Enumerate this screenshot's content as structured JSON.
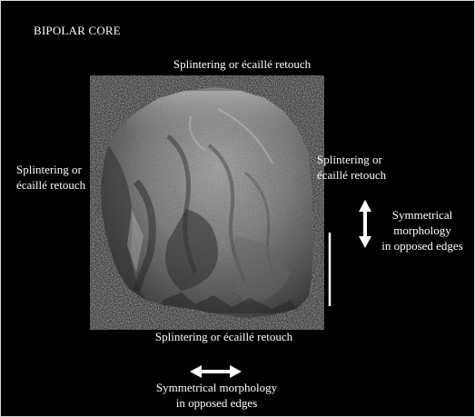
{
  "title": "BIPOLAR CORE",
  "labels": {
    "top": "Splintering or écaillé retouch",
    "left": "Splintering or\nécaillé retouch",
    "right": "Splintering or\nécaillé retouch",
    "bottom": "Splintering or écaillé retouch",
    "symmetry_right": "Symmetrical\nmorphology\nin opposed edges",
    "symmetry_bottom": "Symmetrical morphology\nin opposed edges"
  },
  "colors": {
    "background": "#000000",
    "text": "#ffffff",
    "artifact_light": "#a9a9ab",
    "artifact_dark": "#3b3b3d"
  },
  "icons": {
    "vertical_arrow": "double-headed-vertical-arrow",
    "horizontal_arrow": "double-headed-horizontal-arrow",
    "scale_bar": "scale-bar"
  }
}
